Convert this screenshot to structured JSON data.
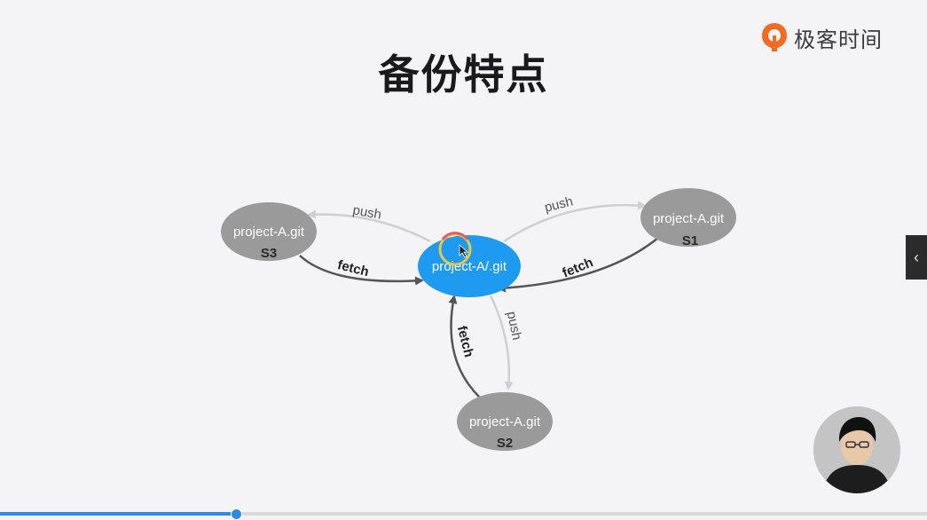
{
  "slide": {
    "title": "备份特点"
  },
  "logo": {
    "text": "极客时间",
    "icon": "geektime-logo-icon",
    "color": "#f26b21"
  },
  "diagram": {
    "center": {
      "label": "project-A/.git",
      "color": "#1e9bf0"
    },
    "remotes": [
      {
        "id": "S1",
        "label": "project-A.git",
        "server": "S1"
      },
      {
        "id": "S2",
        "label": "project-A.git",
        "server": "S2"
      },
      {
        "id": "S3",
        "label": "project-A.git",
        "server": "S3"
      }
    ],
    "edges": {
      "push": "push",
      "fetch": "fetch"
    },
    "colors": {
      "remote_node": "#9a9a9a",
      "push_arrow": "#cfcfcf",
      "fetch_arrow": "#555555"
    }
  },
  "controls": {
    "side_toggle_icon": "chevron-left-icon",
    "side_toggle_glyph": "‹"
  },
  "progress": {
    "fraction": 0.255,
    "color": "#2f8ae5"
  }
}
